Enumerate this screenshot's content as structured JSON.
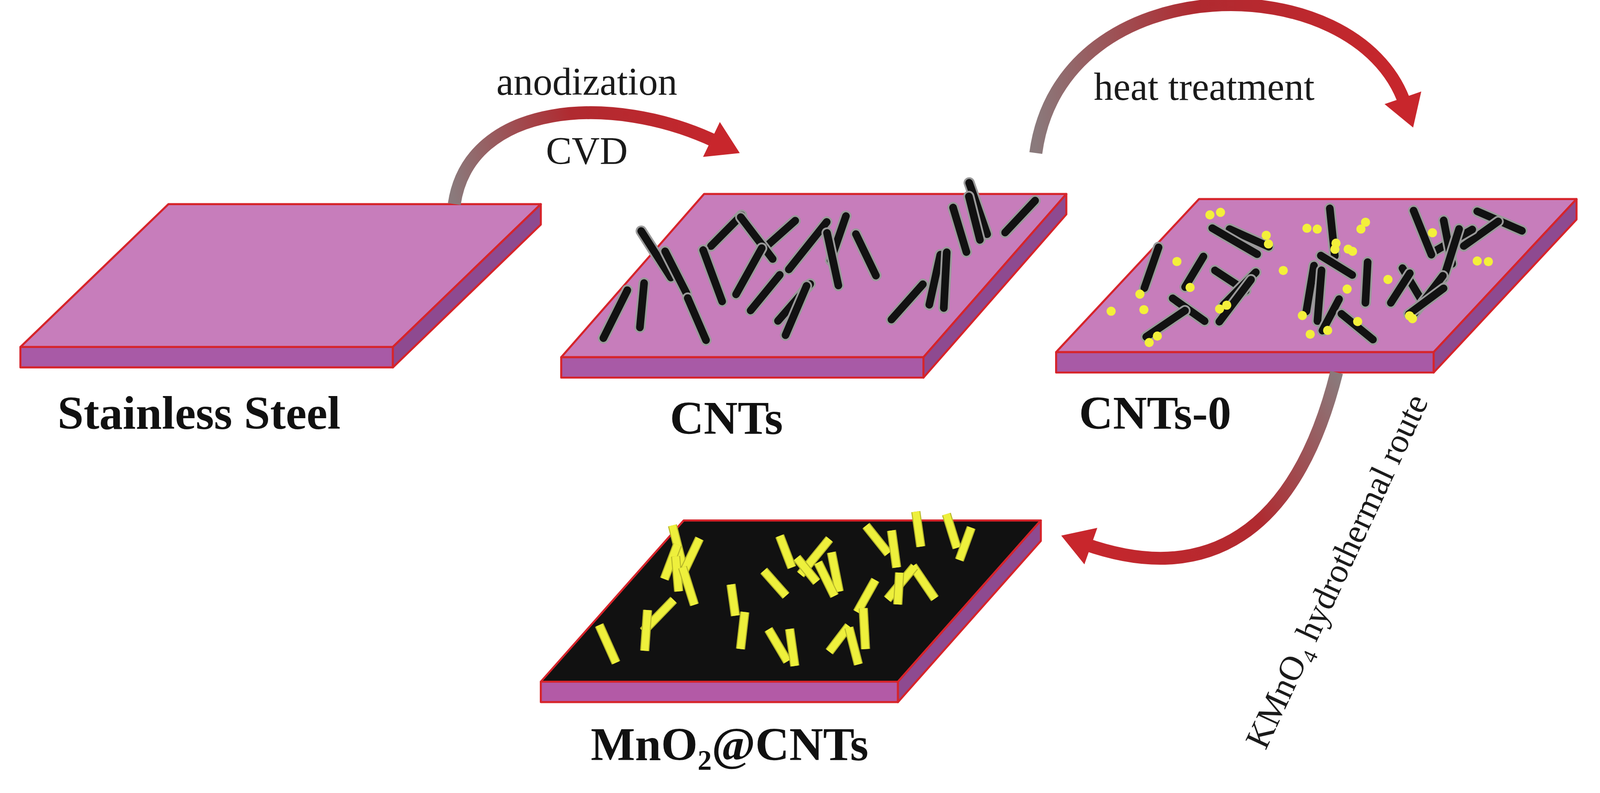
{
  "diagram": {
    "nodes": [
      {
        "text": [
          "Stainless Steel"
        ]
      },
      {
        "text": [
          "CNTs"
        ]
      },
      {
        "text": [
          "CNTs-0"
        ]
      },
      {
        "text": [
          "MnO₂@CNTs"
        ]
      }
    ],
    "edges": [
      {
        "from": 0,
        "to": 1,
        "arrow": "to",
        "label": "anodization CVD"
      },
      {
        "from": 1,
        "to": 2,
        "arrow": "to",
        "label": "heat treatment"
      },
      {
        "from": 2,
        "to": 3,
        "arrow": "to",
        "label": "KMnO₄ hydrothermal route"
      }
    ]
  }
}
